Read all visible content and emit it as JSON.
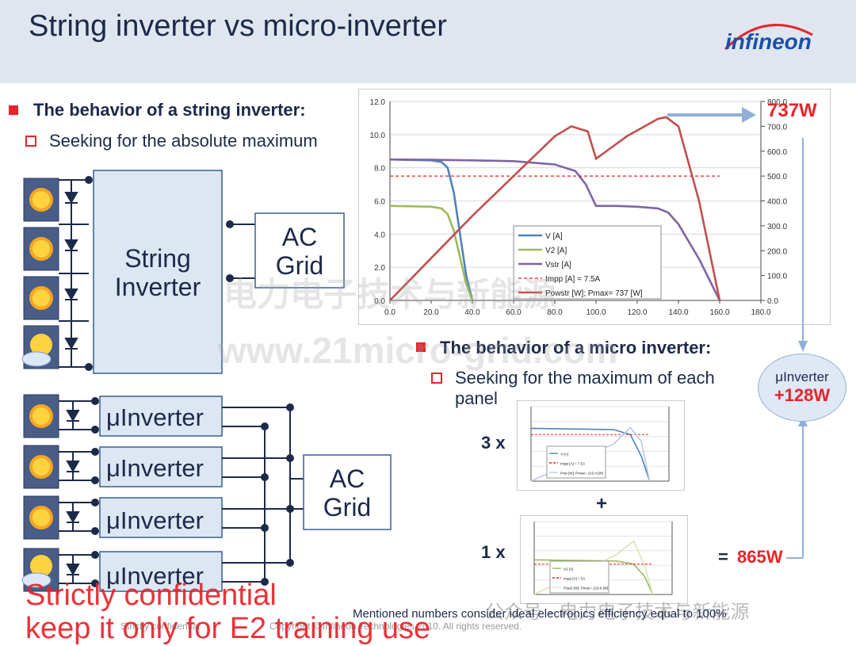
{
  "slide": {
    "title": "String inverter vs micro-inverter",
    "logo": "infineon",
    "string_heading": "The behavior of a string inverter:",
    "string_sub": "Seeking for the absolute maximum",
    "string_inverter_label_1": "String",
    "string_inverter_label_2": "Inverter",
    "ac_label": "AC",
    "grid_label": "Grid",
    "micro_heading": "The behavior of a micro inverter:",
    "micro_sub_1": "Seeking for the maximum of each",
    "micro_sub_2": "panel",
    "uinverter_label": "μInverter",
    "mult_3": "3 x",
    "plus": "+",
    "mult_1": "1 x",
    "result_737": "737W",
    "result_865_prefix": "= ",
    "result_865": "865W",
    "bubble_label": "μInverter",
    "bubble_value": "+128W",
    "footnote": "Mentioned numbers consider ideal electronics efficiency equal to 100%",
    "footer_left": "Strictly confidential",
    "footer_copyright": "Copyright © Infineon Technologies 2010. All rights reserved.",
    "confidential_line1": "Strictly confidential",
    "confidential_line2": "keep it only for E2 training use",
    "watermark_cn": "电力电子技术与新能源",
    "watermark_url": "www.21micro-grid.com",
    "wechat_tag": "公众号 · 电力电子技术与新能源"
  },
  "colors": {
    "accent_red": "#e8222a",
    "navy": "#1c2a4a",
    "box_border": "#3a5f8f",
    "box_fill": "#dce7f3",
    "arrow_blue": "#8fb0d8"
  },
  "chart_data": [
    {
      "type": "line",
      "x_ticks": [
        "0.0",
        "20.0",
        "40.0",
        "60.0",
        "80.0",
        "100.0",
        "120.0",
        "140.0",
        "160.0",
        "180.0"
      ],
      "y_left_ticks": [
        "0.0",
        "2.0",
        "4.0",
        "6.0",
        "8.0",
        "10.0",
        "12.0"
      ],
      "y_right_ticks": [
        "0.0",
        "100.0",
        "200.0",
        "300.0",
        "400.0",
        "500.0",
        "600.0",
        "700.0",
        "800.0"
      ],
      "xlim": [
        0,
        180
      ],
      "ylim_left": [
        0,
        12
      ],
      "ylim_right": [
        0,
        800
      ],
      "legend_position": "center-right",
      "series": [
        {
          "name": "V [A]",
          "axis": "left",
          "color": "#4f81bd",
          "x": [
            0,
            20,
            25,
            28,
            31,
            34,
            37,
            40
          ],
          "y": [
            8.5,
            8.45,
            8.35,
            8.0,
            6.5,
            4.0,
            1.5,
            0
          ]
        },
        {
          "name": "V2 [A]",
          "axis": "left",
          "color": "#9bbb59",
          "x": [
            0,
            20,
            25,
            28,
            31,
            34,
            37,
            40
          ],
          "y": [
            5.7,
            5.65,
            5.55,
            5.2,
            4.2,
            2.6,
            1.0,
            0
          ]
        },
        {
          "name": "Vstr [A]",
          "axis": "left",
          "color": "#8064a2",
          "x": [
            0,
            20,
            40,
            60,
            80,
            90,
            95,
            100,
            110,
            120,
            130,
            135,
            140,
            150,
            160
          ],
          "y": [
            8.5,
            8.48,
            8.45,
            8.4,
            8.2,
            7.8,
            7.0,
            5.7,
            5.7,
            5.65,
            5.55,
            5.3,
            4.6,
            2.5,
            0
          ]
        },
        {
          "name": "Impp [A] = 7.5A",
          "axis": "left",
          "color": "#e8222a",
          "dashed": true,
          "x": [
            0,
            160
          ],
          "y": [
            7.5,
            7.5
          ]
        },
        {
          "name": "Powstr [W]; Pmax= 737 [W]",
          "axis": "right",
          "color": "#c0504d",
          "x": [
            0,
            20,
            40,
            60,
            80,
            88,
            96,
            100,
            115,
            130,
            134,
            140,
            150,
            160
          ],
          "y": [
            0,
            170,
            340,
            500,
            660,
            700,
            680,
            570,
            660,
            730,
            737,
            700,
            400,
            0
          ]
        }
      ]
    },
    {
      "type": "line",
      "legend_entries": [
        "V [A]",
        "Impp [A] = 7.5A",
        "Pow [W]; Pmax= 215.4 [W]"
      ],
      "series": [
        {
          "name": "V [A]",
          "color": "#4f81bd",
          "x": [
            0,
            30,
            36,
            40,
            43
          ],
          "y": [
            8.5,
            8.3,
            7.5,
            4,
            0
          ]
        },
        {
          "name": "Impp [A] = 7.5A",
          "color": "#e8222a",
          "dashed": true,
          "x": [
            0,
            43
          ],
          "y": [
            7.5,
            7.5
          ]
        },
        {
          "name": "Pow [W]; Pmax= 215.4 [W]",
          "color": "#b8cce4",
          "x": [
            0,
            30,
            36,
            40,
            43
          ],
          "y": [
            0,
            150,
            215.4,
            160,
            0
          ]
        }
      ]
    },
    {
      "type": "line",
      "legend_entries": [
        "V2 [A]",
        "Impp [A] = 5A",
        "Pow2 [W]; Pmax= 219.9 [W]"
      ],
      "series": [
        {
          "name": "V2 [A]",
          "color": "#9bbb59",
          "x": [
            0,
            30,
            36,
            40,
            43
          ],
          "y": [
            5.7,
            5.5,
            5.0,
            3.0,
            0
          ]
        },
        {
          "name": "Impp [A] = 5A",
          "color": "#e8222a",
          "dashed": true,
          "x": [
            0,
            43
          ],
          "y": [
            5,
            5
          ]
        },
        {
          "name": "Pow2 [W]; Pmax= 219.9 [W]",
          "color": "#d7e4bd",
          "x": [
            0,
            30,
            36,
            40,
            43
          ],
          "y": [
            0,
            165,
            219.9,
            120,
            0
          ]
        }
      ]
    }
  ]
}
